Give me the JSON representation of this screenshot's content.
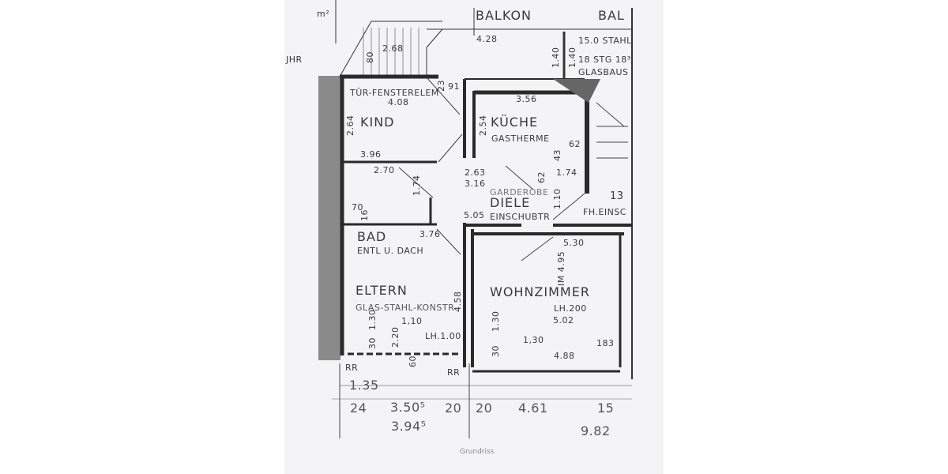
{
  "title": "Grundriss",
  "rooms": {
    "kind": "KIND",
    "kueche": "KÜCHE",
    "gastherme": "GASTHERME",
    "garderobe": "GARDEROBE",
    "diele": "DIELE",
    "einschub": "EINSCHUBTR",
    "bad": "BAD",
    "bad_note": "ENTL U. DACH",
    "eltern": "ELTERN",
    "eltern_note": "GLAS-STAHL-KONSTR",
    "wohnzimmer": "WOHNZIMMER",
    "balkon": "BALKON",
    "balkon2": "BAL",
    "tuer": "TÜR-FENSTERELEM",
    "stahl": "15.0 STAHL",
    "stg": "18 STG 18³",
    "glasbau": "GLASBAUS",
    "fh": "FH.EINSC",
    "area": "m²",
    "uhr": "JHR"
  },
  "dims": {
    "d428": "4.28",
    "d268": "2.68",
    "d80": "80",
    "d140a": "1.40",
    "d140b": "1.40",
    "d408": "4.08",
    "d23": "23",
    "d91": "91",
    "d264": "2.64",
    "d396": "3.96",
    "d356": "3.56",
    "d254": "2.54",
    "d62a": "62",
    "d43": "43",
    "d270": "2.70",
    "d174a": "1.74",
    "d263": "2.63",
    "d316": "3.16",
    "d62b": "62",
    "d174b": "1.74",
    "d110": "1.10",
    "d13": "13",
    "d505": "5.05",
    "d70": "70",
    "d16": "16",
    "d376": "3.76",
    "d530": "5.30",
    "d495": "IM 4.95",
    "d458": "4.58",
    "lh200": "LH.200",
    "d130a": "1.30",
    "d30a": "30",
    "d110b": "1,10",
    "d220": "2.20",
    "lh100": "LH.1.00",
    "d60": "60",
    "d130b": "1.30",
    "d30b": "30",
    "d130c": "1,30",
    "d502": "5.02",
    "d183": "183",
    "d488": "4.88",
    "rr1": "RR",
    "rr2": "RR",
    "d135": "1.35",
    "d24": "24",
    "d3505": "3.50⁵",
    "d3945": "3.94⁵",
    "d20a": "20",
    "d20b": "20",
    "d461": "4.61",
    "d15": "15",
    "d982": "9.82"
  }
}
